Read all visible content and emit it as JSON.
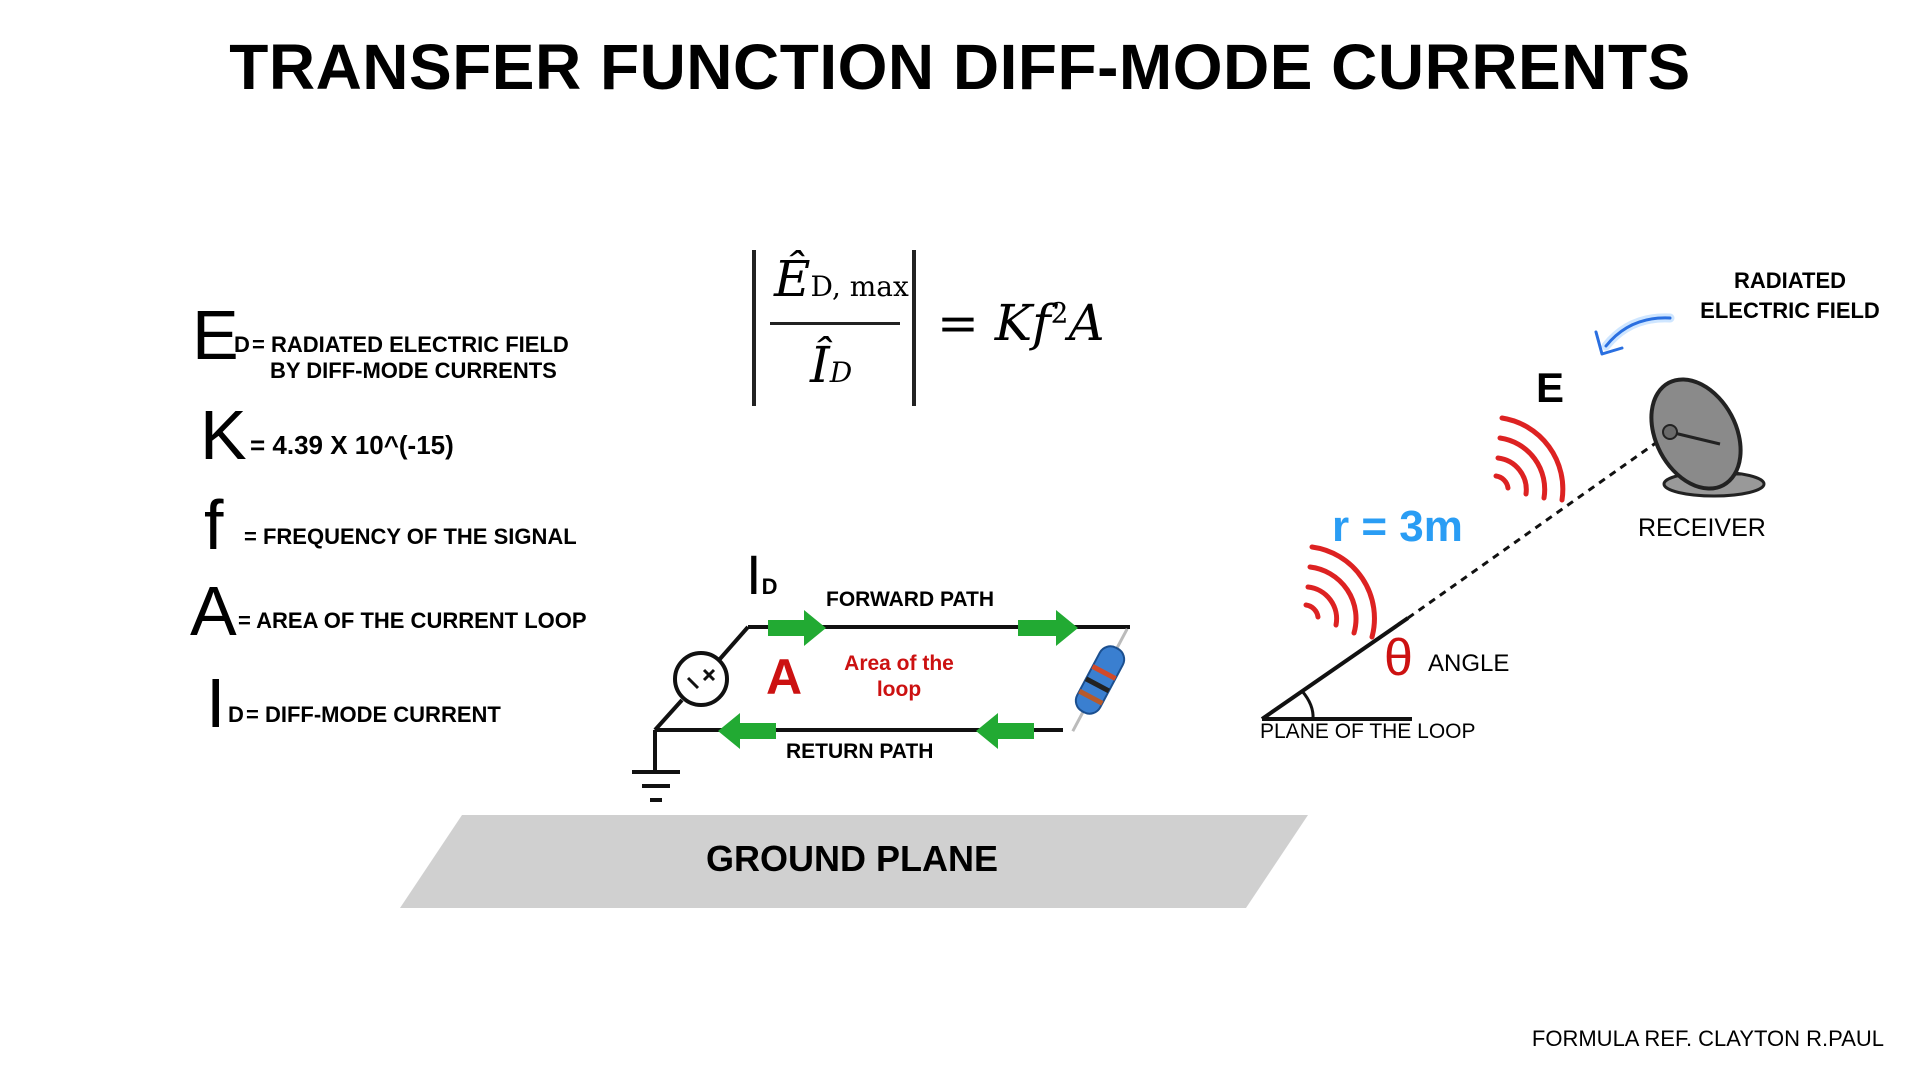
{
  "title": "TRANSFER FUNCTION DIFF-MODE CURRENTS",
  "legend": {
    "e_sym": "E",
    "e_sub": "D",
    "e_desc_1": "= RADIATED ELECTRIC FIELD",
    "e_desc_2": "BY DIFF-MODE CURRENTS",
    "k_sym": "K",
    "k_desc": "= 4.39 X 10^(-15)",
    "f_sym": "f",
    "f_desc": "= FREQUENCY OF THE SIGNAL",
    "a_sym": "A",
    "a_desc": "= AREA OF THE CURRENT LOOP",
    "i_sym": "I",
    "i_sub": "D",
    "i_desc": "= DIFF-MODE CURRENT"
  },
  "formula": {
    "numerator": "Ê",
    "numerator_sub": "D, max",
    "denominator": "Î",
    "denominator_sub": "D",
    "rhs": "= Kf",
    "rhs_exp": "2",
    "rhs_tail": "A"
  },
  "circuit": {
    "current_label": "I",
    "current_sub": "D",
    "forward_path": "FORWARD PATH",
    "return_path": "RETURN PATH",
    "area_letter": "A",
    "area_text_1": "Area of the",
    "area_text_2": "loop",
    "ground_plane": "GROUND PLANE"
  },
  "radiation": {
    "field_letter": "E",
    "field_caption_1": "RADIATED",
    "field_caption_2": "ELECTRIC FIELD",
    "receiver": "RECEIVER",
    "distance": "r = 3m",
    "theta": "θ",
    "angle": "ANGLE",
    "plane_of_loop": "PLANE OF THE LOOP"
  },
  "footer": "FORMULA REF. CLAYTON R.PAUL",
  "colors": {
    "arrow_green": "#22aa33",
    "red": "#cc1111",
    "blue": "#2a9df4",
    "ground_gray": "#d0d0d0",
    "dish_gray": "#8a8a8a"
  }
}
